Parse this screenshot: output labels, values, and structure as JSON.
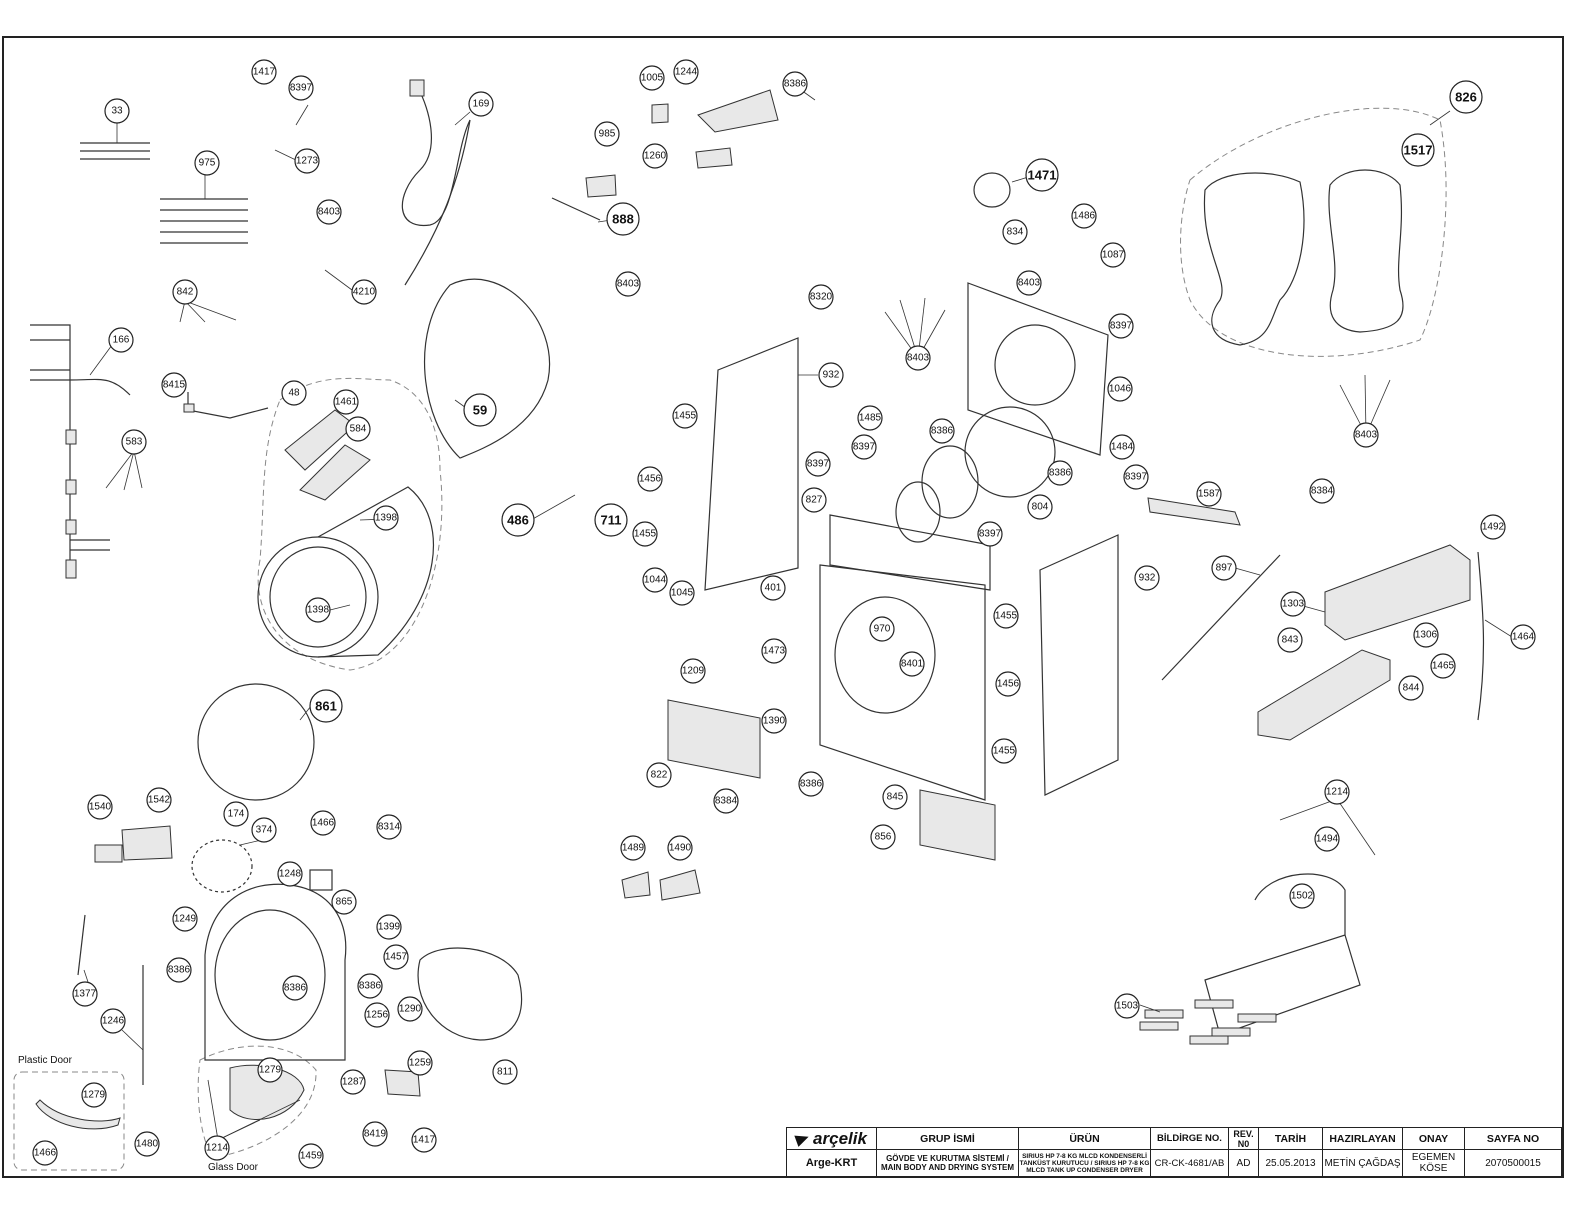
{
  "callouts": [
    {
      "id": "33",
      "big": false
    },
    {
      "id": "1417",
      "big": false
    },
    {
      "id": "8397",
      "big": false
    },
    {
      "id": "1273",
      "big": false
    },
    {
      "id": "169",
      "big": false
    },
    {
      "id": "975",
      "big": false
    },
    {
      "id": "8403",
      "big": false
    },
    {
      "id": "4210",
      "big": false
    },
    {
      "id": "842",
      "big": false
    },
    {
      "id": "166",
      "big": false
    },
    {
      "id": "8415",
      "big": false
    },
    {
      "id": "583",
      "big": false
    },
    {
      "id": "48",
      "big": false
    },
    {
      "id": "1461",
      "big": false
    },
    {
      "id": "584",
      "big": false
    },
    {
      "id": "59",
      "big": true
    },
    {
      "id": "1398",
      "big": false
    },
    {
      "id": "1398",
      "big": false
    },
    {
      "id": "861",
      "big": true
    },
    {
      "id": "1005",
      "big": false
    },
    {
      "id": "1244",
      "big": false
    },
    {
      "id": "8386",
      "big": false
    },
    {
      "id": "985",
      "big": false
    },
    {
      "id": "1260",
      "big": false
    },
    {
      "id": "888",
      "big": true
    },
    {
      "id": "8403",
      "big": false
    },
    {
      "id": "8320",
      "big": false
    },
    {
      "id": "932",
      "big": false
    },
    {
      "id": "1455",
      "big": false
    },
    {
      "id": "1456",
      "big": false
    },
    {
      "id": "1455",
      "big": false
    },
    {
      "id": "486",
      "big": true
    },
    {
      "id": "711",
      "big": true
    },
    {
      "id": "1044",
      "big": false
    },
    {
      "id": "1045",
      "big": false
    },
    {
      "id": "1471",
      "big": true
    },
    {
      "id": "834",
      "big": false
    },
    {
      "id": "1486",
      "big": false
    },
    {
      "id": "8403",
      "big": false
    },
    {
      "id": "1087",
      "big": false
    },
    {
      "id": "8397",
      "big": false
    },
    {
      "id": "8403",
      "big": false
    },
    {
      "id": "1046",
      "big": false
    },
    {
      "id": "1485",
      "big": false
    },
    {
      "id": "8386",
      "big": false
    },
    {
      "id": "8397",
      "big": false
    },
    {
      "id": "8397",
      "big": false
    },
    {
      "id": "827",
      "big": false
    },
    {
      "id": "1484",
      "big": false
    },
    {
      "id": "8386",
      "big": false
    },
    {
      "id": "804",
      "big": false
    },
    {
      "id": "8397",
      "big": false
    },
    {
      "id": "8397",
      "big": false
    },
    {
      "id": "401",
      "big": false
    },
    {
      "id": "932",
      "big": false
    },
    {
      "id": "970",
      "big": false
    },
    {
      "id": "1455",
      "big": false
    },
    {
      "id": "1473",
      "big": false
    },
    {
      "id": "8401",
      "big": false
    },
    {
      "id": "1209",
      "big": false
    },
    {
      "id": "1456",
      "big": false
    },
    {
      "id": "1390",
      "big": false
    },
    {
      "id": "1455",
      "big": false
    },
    {
      "id": "822",
      "big": false
    },
    {
      "id": "8386",
      "big": false
    },
    {
      "id": "8384",
      "big": false
    },
    {
      "id": "845",
      "big": false
    },
    {
      "id": "856",
      "big": false
    },
    {
      "id": "1489",
      "big": false
    },
    {
      "id": "1490",
      "big": false
    },
    {
      "id": "826",
      "big": true
    },
    {
      "id": "1517",
      "big": true
    },
    {
      "id": "8403",
      "big": false
    },
    {
      "id": "8384",
      "big": false
    },
    {
      "id": "1587",
      "big": false
    },
    {
      "id": "1492",
      "big": false
    },
    {
      "id": "897",
      "big": false
    },
    {
      "id": "1303",
      "big": false
    },
    {
      "id": "1306",
      "big": false
    },
    {
      "id": "1464",
      "big": false
    },
    {
      "id": "843",
      "big": false
    },
    {
      "id": "844",
      "big": false
    },
    {
      "id": "1465",
      "big": false
    },
    {
      "id": "1214",
      "big": false
    },
    {
      "id": "1494",
      "big": false
    },
    {
      "id": "1502",
      "big": false
    },
    {
      "id": "1503",
      "big": false
    },
    {
      "id": "1540",
      "big": false
    },
    {
      "id": "1542",
      "big": false
    },
    {
      "id": "174",
      "big": false
    },
    {
      "id": "374",
      "big": false
    },
    {
      "id": "1466",
      "big": false
    },
    {
      "id": "8314",
      "big": false
    },
    {
      "id": "1248",
      "big": false
    },
    {
      "id": "865",
      "big": false
    },
    {
      "id": "1399",
      "big": false
    },
    {
      "id": "1249",
      "big": false
    },
    {
      "id": "1457",
      "big": false
    },
    {
      "id": "8386",
      "big": false
    },
    {
      "id": "8386",
      "big": false
    },
    {
      "id": "8386",
      "big": false
    },
    {
      "id": "1377",
      "big": false
    },
    {
      "id": "1290",
      "big": false
    },
    {
      "id": "1256",
      "big": false
    },
    {
      "id": "1246",
      "big": false
    },
    {
      "id": "1259",
      "big": false
    },
    {
      "id": "1279",
      "big": false
    },
    {
      "id": "1279",
      "big": false
    },
    {
      "id": "1287",
      "big": false
    },
    {
      "id": "811",
      "big": false
    },
    {
      "id": "1480",
      "big": false
    },
    {
      "id": "1214",
      "big": false
    },
    {
      "id": "8419",
      "big": false
    },
    {
      "id": "1417",
      "big": false
    },
    {
      "id": "1466",
      "big": false
    },
    {
      "id": "1459",
      "big": false
    }
  ],
  "notes": {
    "plastic_door": "Plastic Door",
    "glass_door": "Glass Door"
  },
  "title_block": {
    "brand": "arçelik",
    "headers": {
      "group": "GRUP İSMİ",
      "product": "ÜRÜN",
      "declaration": "BİLDİRGE NO.",
      "rev": "REV. N0",
      "date": "TARİH",
      "prepared": "HAZIRLAYAN",
      "approval": "ONAY",
      "page": "SAYFA NO"
    },
    "values": {
      "department": "Arge-KRT",
      "group": "GÖVDE VE KURUTMA SİSTEMİ / MAIN BODY AND DRYING SYSTEM",
      "product": "SIRIUS HP 7-8 KG MLCD KONDENSERLİ TANKÜST KURUTUCU / SIRIUS HP 7-8 KG MLCD TANK UP CONDENSER DRYER",
      "declaration": "CR-CK-4681/AB",
      "rev": "AD",
      "date": "25.05.2013",
      "prepared": "METİN ÇAĞDAŞ",
      "approval": "EGEMEN KÖSE",
      "page": "2070500015"
    }
  }
}
